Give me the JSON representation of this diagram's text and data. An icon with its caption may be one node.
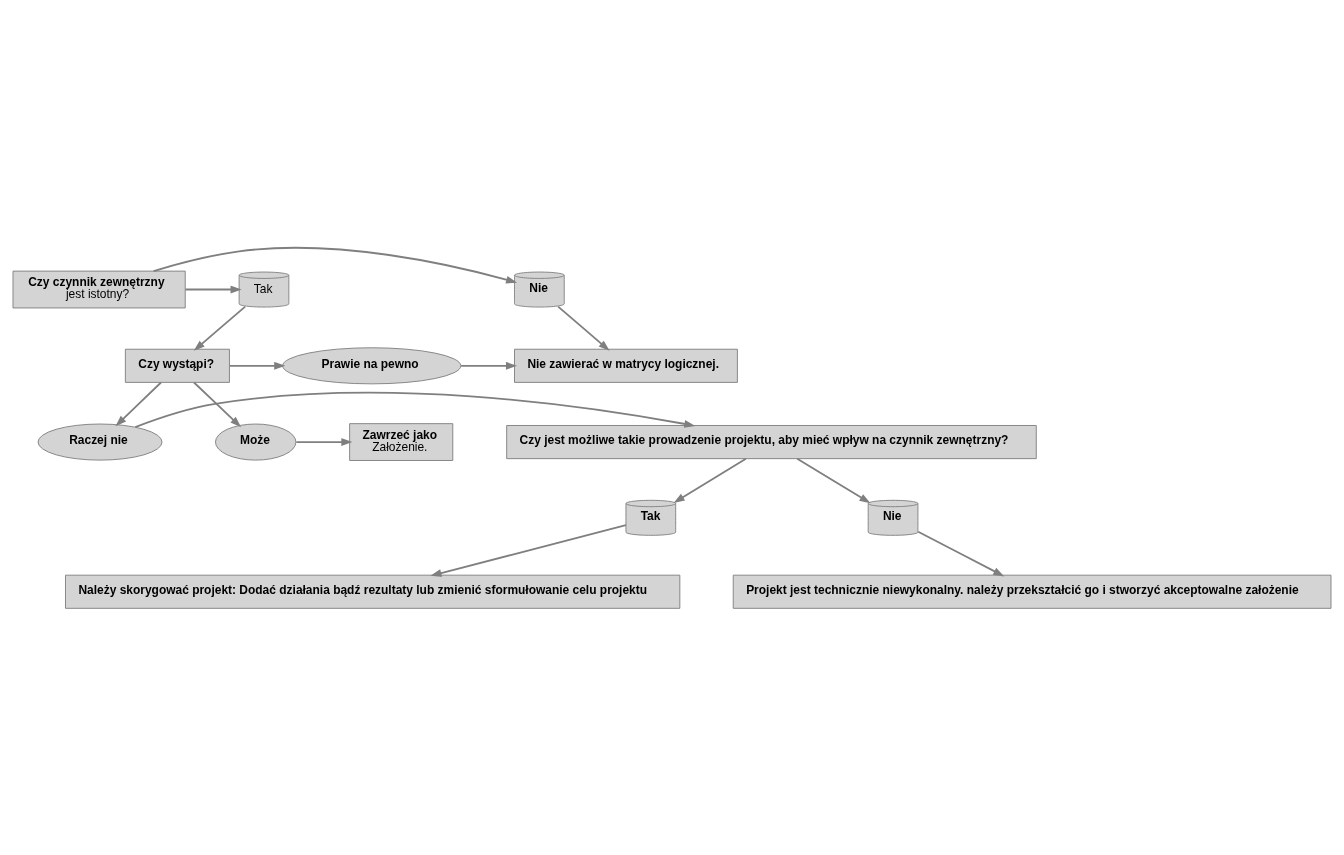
{
  "diagram": {
    "nodes": [
      {
        "text": [
          "Czy czynnik zewnętrzny",
          "jest istotny?"
        ]
      },
      {
        "text": [
          "Tak"
        ]
      },
      {
        "text": [
          "Nie"
        ]
      },
      {
        "text": [
          "Czy wystąpi?"
        ]
      },
      {
        "text": [
          "Prawie na pewno"
        ]
      },
      {
        "text": [
          "Nie zawierać w matrycy logicznej."
        ]
      },
      {
        "text": [
          "Może"
        ]
      },
      {
        "text": [
          "Zawrzeć jako",
          "Założenie."
        ]
      },
      {
        "text": [
          "Raczej nie"
        ]
      },
      {
        "text": [
          "Czy jest możliwe takie prowadzenie projektu, aby mieć wpływ na czynnik zewnętrzny?"
        ]
      },
      {
        "text": [
          "Tak"
        ]
      },
      {
        "text": [
          "Nie"
        ]
      },
      {
        "text": [
          "Należy skorygować projekt: Dodać działania bądź rezultaty lub zmienić sformułowanie celu projektu"
        ]
      },
      {
        "text": [
          "Projekt jest technicznie niewykonalny. należy przekształcić go i stworzyć akceptowalne założenie"
        ]
      }
    ],
    "edges": [
      {
        "from": 0,
        "to": 1,
        "arrow": "to"
      },
      {
        "from": 0,
        "to": 2,
        "arrow": "to"
      },
      {
        "from": 1,
        "to": 3,
        "arrow": "to"
      },
      {
        "from": 2,
        "to": 5,
        "arrow": "to"
      },
      {
        "from": 3,
        "to": 4,
        "arrow": "to"
      },
      {
        "from": 4,
        "to": 5,
        "arrow": "to"
      },
      {
        "from": 3,
        "to": 6,
        "arrow": "to"
      },
      {
        "from": 6,
        "to": 7,
        "arrow": "to"
      },
      {
        "from": 3,
        "to": 8,
        "arrow": "to"
      },
      {
        "from": 8,
        "to": 9,
        "arrow": "to"
      },
      {
        "from": 9,
        "to": 10,
        "arrow": "to"
      },
      {
        "from": 9,
        "to": 11,
        "arrow": "to"
      },
      {
        "from": 10,
        "to": 12,
        "arrow": "to"
      },
      {
        "from": 11,
        "to": 13,
        "arrow": "to"
      }
    ]
  }
}
